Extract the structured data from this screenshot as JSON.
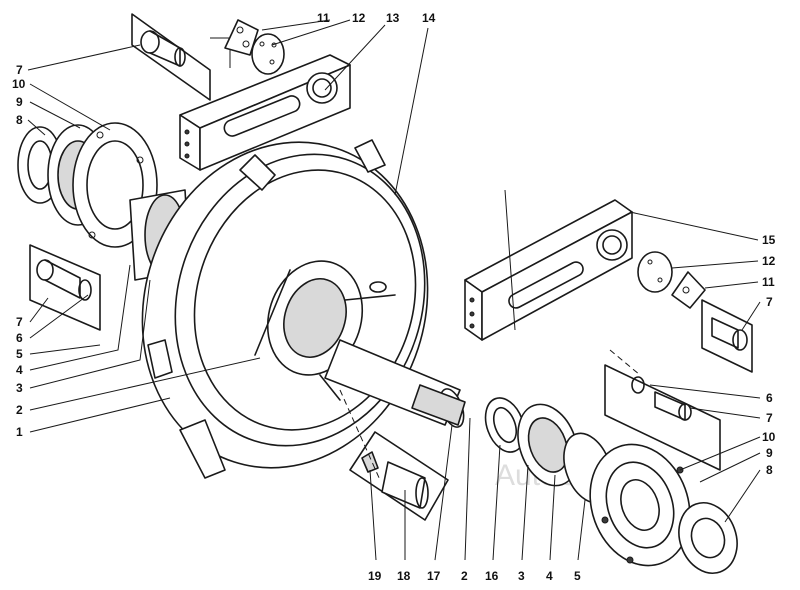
{
  "watermark": "AutoGeo",
  "callouts": {
    "c11a": "11",
    "c12a": "12",
    "c13": "13",
    "c14": "14",
    "c7a": "7",
    "c10a": "10",
    "c9a": "9",
    "c8a": "8",
    "c7b": "7",
    "c6a": "6",
    "c5a": "5",
    "c4a": "4",
    "c3a": "3",
    "c2a": "2",
    "c1": "1",
    "c15": "15",
    "c12b": "12",
    "c11b": "11",
    "c7c": "7",
    "c6b": "6",
    "c7d": "7",
    "c10b": "10",
    "c9b": "9",
    "c8b": "8",
    "c19": "19",
    "c18": "18",
    "c17": "17",
    "c2b": "2",
    "c16": "16",
    "c3b": "3",
    "c4b": "4",
    "c5b": "5"
  }
}
